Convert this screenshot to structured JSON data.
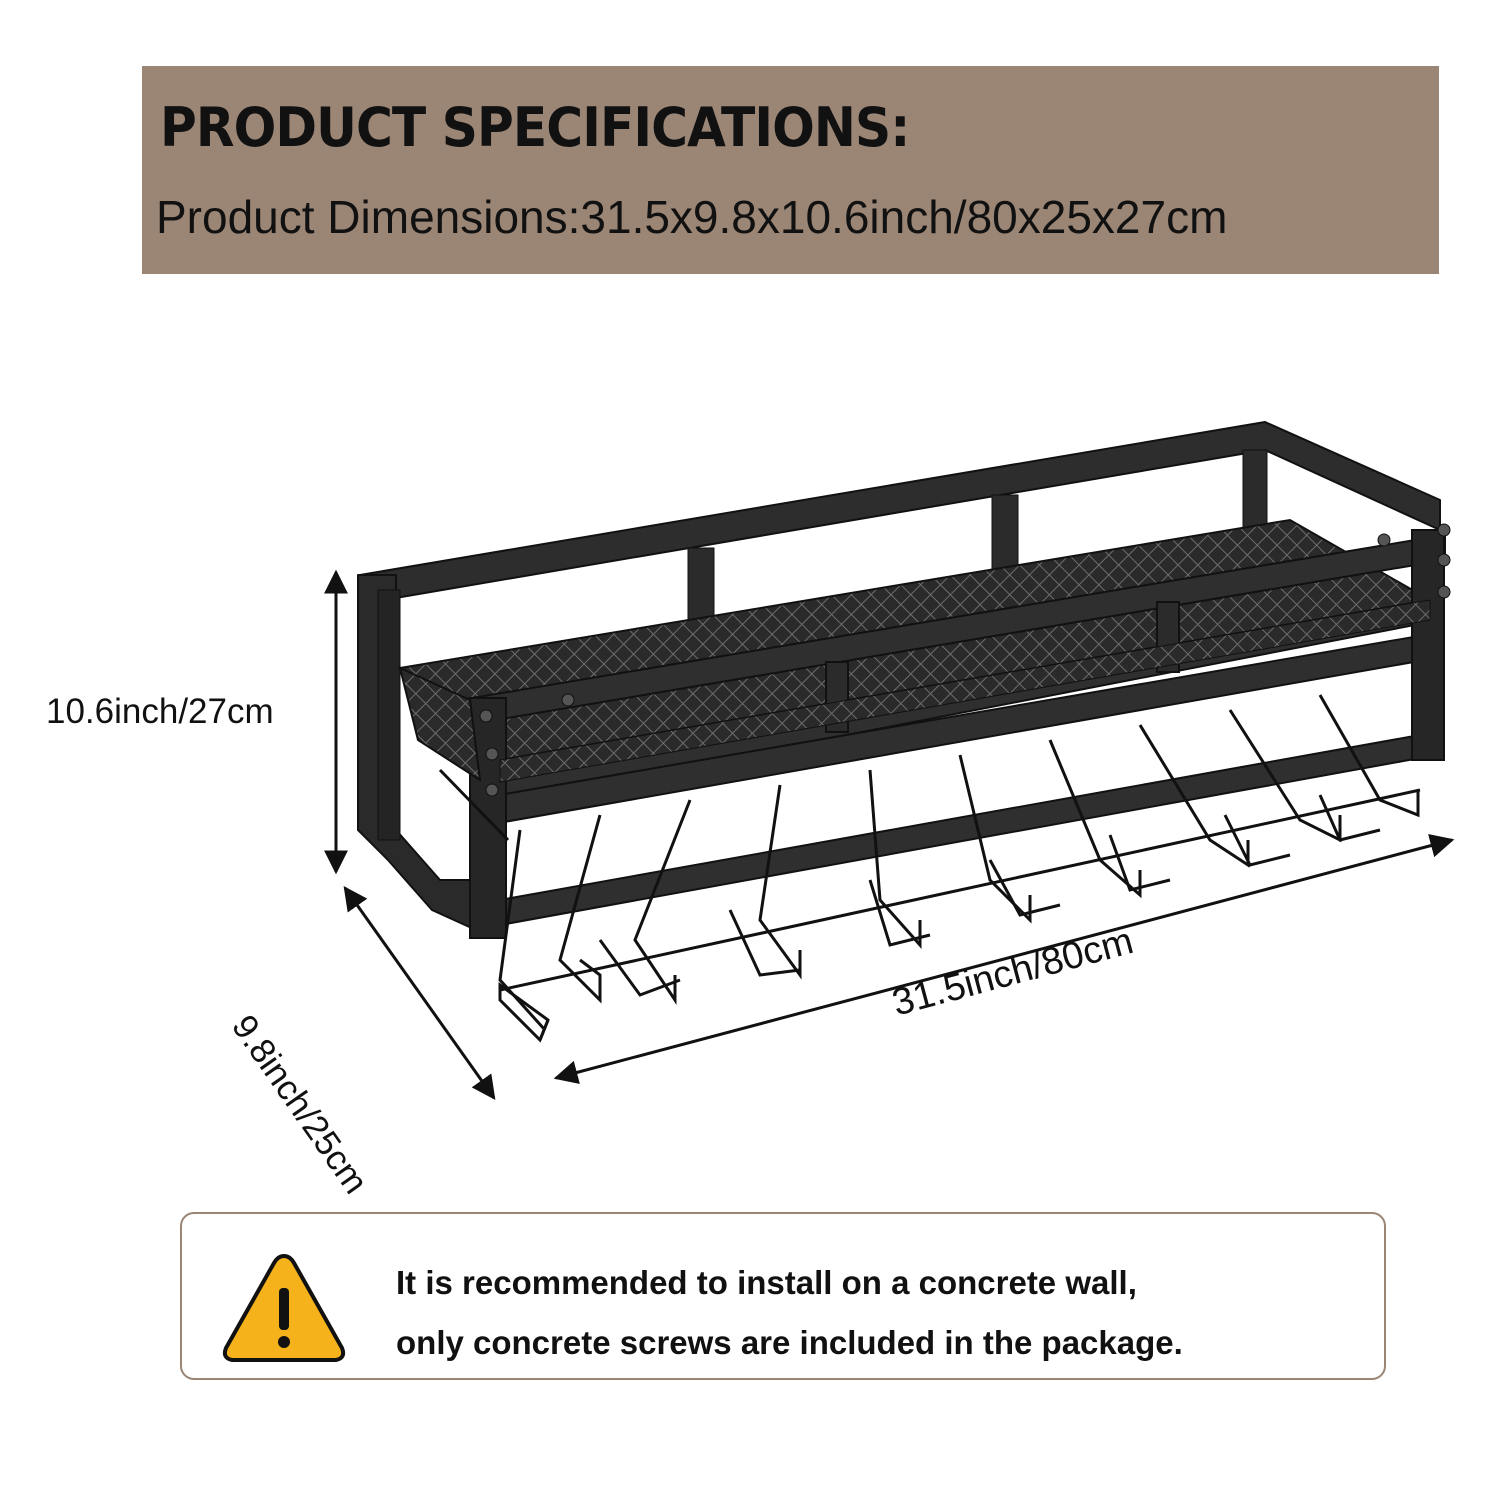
{
  "header": {
    "title": "PRODUCT SPECIFICATIONS:",
    "subtitle": "Product Dimensions:31.5x9.8x10.6inch/80x25x27cm",
    "background_color": "#9b8575"
  },
  "figure": {
    "dimensions": {
      "height": "10.6inch/27cm",
      "depth": "9.8inch/25cm",
      "width": "31.5inch/80cm"
    }
  },
  "notice": {
    "icon": "warning-icon",
    "icon_color": "#f6b21b",
    "line1": "It is recommended to install on a concrete wall,",
    "line2": "only concrete screws are included in the package."
  }
}
